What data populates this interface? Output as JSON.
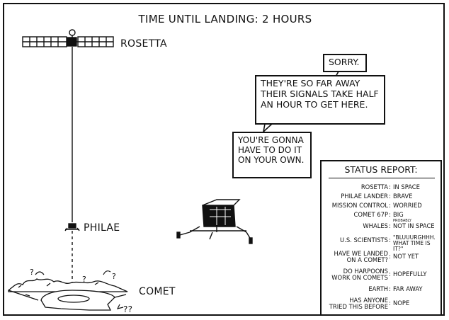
{
  "title": "Time until landing: 2 hours",
  "labels": {
    "rosetta": "Rosetta",
    "philae": "Philae",
    "comet": "Comet",
    "question_marks": [
      "?",
      "?",
      "?",
      "??"
    ]
  },
  "bubbles": {
    "sorry": "Sorry.",
    "far_away_lines": [
      "They're so far away",
      "their signals take half",
      "an hour to get here."
    ],
    "own_lines": [
      "You're gonna",
      "have to do it",
      "on your own."
    ]
  },
  "status_report": {
    "title": "Status Report:",
    "rows": [
      {
        "key": "Rosetta",
        "value": "In space"
      },
      {
        "key": "Philae lander",
        "value": "Brave"
      },
      {
        "key": "Mission control",
        "value": "Worried"
      },
      {
        "key": "Comet 67P",
        "value": "Big"
      },
      {
        "key": "Whales",
        "note": "Probably",
        "value": "Not in space"
      },
      {
        "key": "U.S. Scientists",
        "value": "\"Bluuurghhh. What time is it?\""
      },
      {
        "key_lines": [
          "Have we landed",
          "on a comet?"
        ],
        "value": "Not yet"
      },
      {
        "key_lines": [
          "Do harpoons",
          "work on comets"
        ],
        "value": "Hopefully"
      },
      {
        "key": "Earth",
        "value": "Far away"
      },
      {
        "key_lines": [
          "Has anyone",
          "tried this before"
        ],
        "value": "Nope"
      }
    ]
  }
}
